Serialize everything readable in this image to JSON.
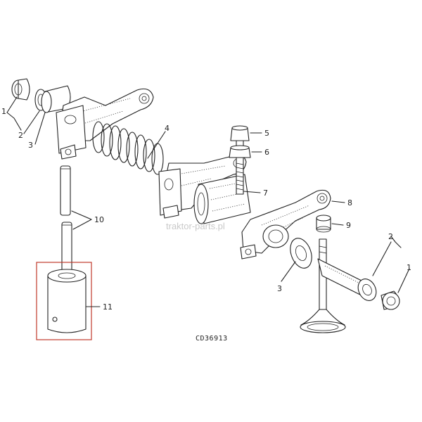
{
  "diagram": {
    "drawing_code": "CD36913",
    "watermark": "traktor-parts.pl",
    "accent_color": "#c0392b",
    "callouts": [
      {
        "id": "c1-left",
        "label": "1"
      },
      {
        "id": "c2-left",
        "label": "2"
      },
      {
        "id": "c3-left",
        "label": "3"
      },
      {
        "id": "c4",
        "label": "4"
      },
      {
        "id": "c5",
        "label": "5"
      },
      {
        "id": "c6",
        "label": "6"
      },
      {
        "id": "c7",
        "label": "7"
      },
      {
        "id": "c8",
        "label": "8"
      },
      {
        "id": "c9",
        "label": "9"
      },
      {
        "id": "c10",
        "label": "10"
      },
      {
        "id": "c11",
        "label": "11"
      },
      {
        "id": "c2-right",
        "label": "2"
      },
      {
        "id": "c1-right",
        "label": "1"
      },
      {
        "id": "c3-right",
        "label": "3"
      }
    ]
  }
}
